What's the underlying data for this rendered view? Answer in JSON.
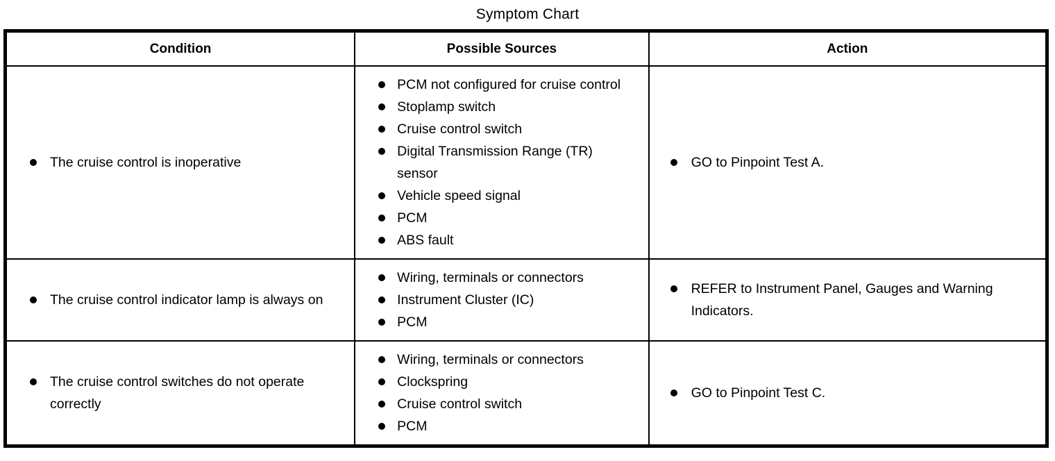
{
  "document": {
    "title": "Symptom Chart"
  },
  "table": {
    "headers": [
      "Condition",
      "Possible Sources",
      "Action"
    ],
    "rows": [
      {
        "condition": [
          "The cruise control is inoperative"
        ],
        "possible_sources": [
          "PCM not configured for cruise control",
          "Stoplamp switch",
          "Cruise control switch",
          "Digital Transmission Range (TR) sensor",
          "Vehicle speed signal",
          "PCM",
          "ABS fault"
        ],
        "action": [
          "GO to Pinpoint Test A."
        ]
      },
      {
        "condition": [
          "The cruise control indicator lamp is always on"
        ],
        "possible_sources": [
          "Wiring, terminals or connectors",
          "Instrument Cluster (IC)",
          "PCM"
        ],
        "action": [
          "REFER to Instrument Panel, Gauges and Warning Indicators."
        ]
      },
      {
        "condition": [
          "The cruise control switches do not operate correctly"
        ],
        "possible_sources": [
          "Wiring, terminals or connectors",
          "Clockspring",
          "Cruise control switch",
          "PCM"
        ],
        "action": [
          "GO to Pinpoint Test C."
        ]
      }
    ]
  },
  "colors": {
    "ink": "#000000",
    "paper": "#ffffff"
  }
}
